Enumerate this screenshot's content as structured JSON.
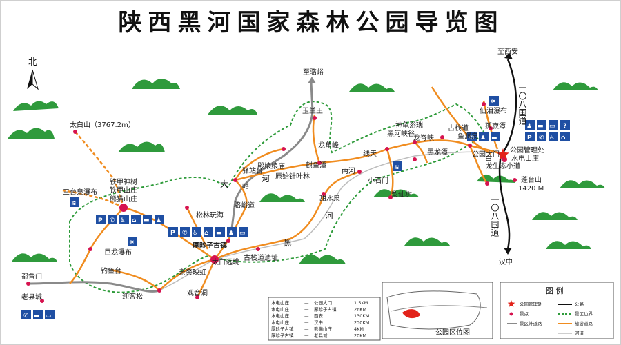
{
  "title": "陕西黑河国家森林公园导览图",
  "north": "北",
  "colors": {
    "road": "#111111",
    "trail": "#f08c1f",
    "boundary": "#2e9b3a",
    "outside_road": "#8a8a8a",
    "spot": "#d6134f",
    "office_star": "#e2231a",
    "icon_blue": "#1f4fa3",
    "mountain_green": "#2f9a3c"
  },
  "places": {
    "zhi_xian": "至西安",
    "zhi_luoyu": "至骆峪",
    "taibai_shan": "太白山（3767.2m）",
    "san_he_zhu": "三台泉瀑布",
    "tie_jia_shen": "铁甲神树",
    "tie_jia_shan_zhuang": "铁甲山庄",
    "xiong_mao": "熊猫山庄",
    "song_lin": "松林玩海",
    "ju_long": "巨龙瀑布",
    "diao_yu_tai": "钓鱼台",
    "ying_ke_song": "迎客松",
    "du_du_men": "都督门",
    "lao_xian_cheng": "老县城",
    "hou_ling": "厚畛子古镇",
    "tai_bai": "太白远眺",
    "jiu_ji_ying": "亲爽映虹",
    "guan_yin": "观音洞",
    "gu_zhan_dao": "古栈道遗址",
    "hei": "黑",
    "tian_shui": "甜水泉",
    "he2": "河",
    "da": "大",
    "qiao": "峪",
    "he": "河",
    "tai_du": "驿站台",
    "jing_cheng": "殿娘娘庙",
    "yuan_shi": "原始针叶林",
    "luo_yu_dao": "骆峪道",
    "yu_lan_wang": "玉兰王",
    "long_yu": "龙角峰",
    "qi_yu": "麒鱼潭",
    "liang_he": "两河",
    "xian_tian": "线天",
    "xiao_shi_men": "小石门",
    "li_hua": "梨仙树",
    "hei_he": "黑河峡谷",
    "shen_gui": "神龟浴瑞",
    "long_ji_xia": "龙脊峡",
    "hei_long_tan": "黑龙潭",
    "yu_chi": "鱼洞泉",
    "gu_zhan": "古栈道",
    "xian_lv": "仙泪瀑布",
    "hu_xiao": "孤寂潭",
    "gong_yuan_da_men": "公园大门",
    "bai": "白",
    "long_sheng": "龙生态小道",
    "shui_dian": "水电山庄",
    "office": "公园管理处",
    "peng_tai": "蓬台山",
    "peng_tai_alt": "1420 M",
    "han_zhong": "汉中",
    "road_108_top": "一〇八国道",
    "road_108_bot": "一〇八国道"
  },
  "legend": {
    "title": "图 例",
    "items": [
      {
        "label": "公园管理处",
        "label2": "公路"
      },
      {
        "label": "景点",
        "label2": "景区边界"
      },
      {
        "label": "景区外道路",
        "label2": "旅游道路"
      },
      {
        "label": "",
        "label2": "河道"
      }
    ]
  },
  "distances": {
    "rows": [
      [
        "水电山庄",
        "—",
        "公园大门",
        "1.5KM"
      ],
      [
        "水电山庄",
        "—",
        "厚畛子古镇",
        "26KM"
      ],
      [
        "水电山庄",
        "—",
        "西安",
        "130KM"
      ],
      [
        "水电山庄",
        "—",
        "汉中",
        "230KM"
      ],
      [
        "厚畛子古镇",
        "—",
        "熊猫山庄",
        "4KM"
      ],
      [
        "厚畛子古镇",
        "—",
        "老县城",
        "20KM"
      ]
    ]
  },
  "inset": {
    "caption": "公园区位图"
  }
}
